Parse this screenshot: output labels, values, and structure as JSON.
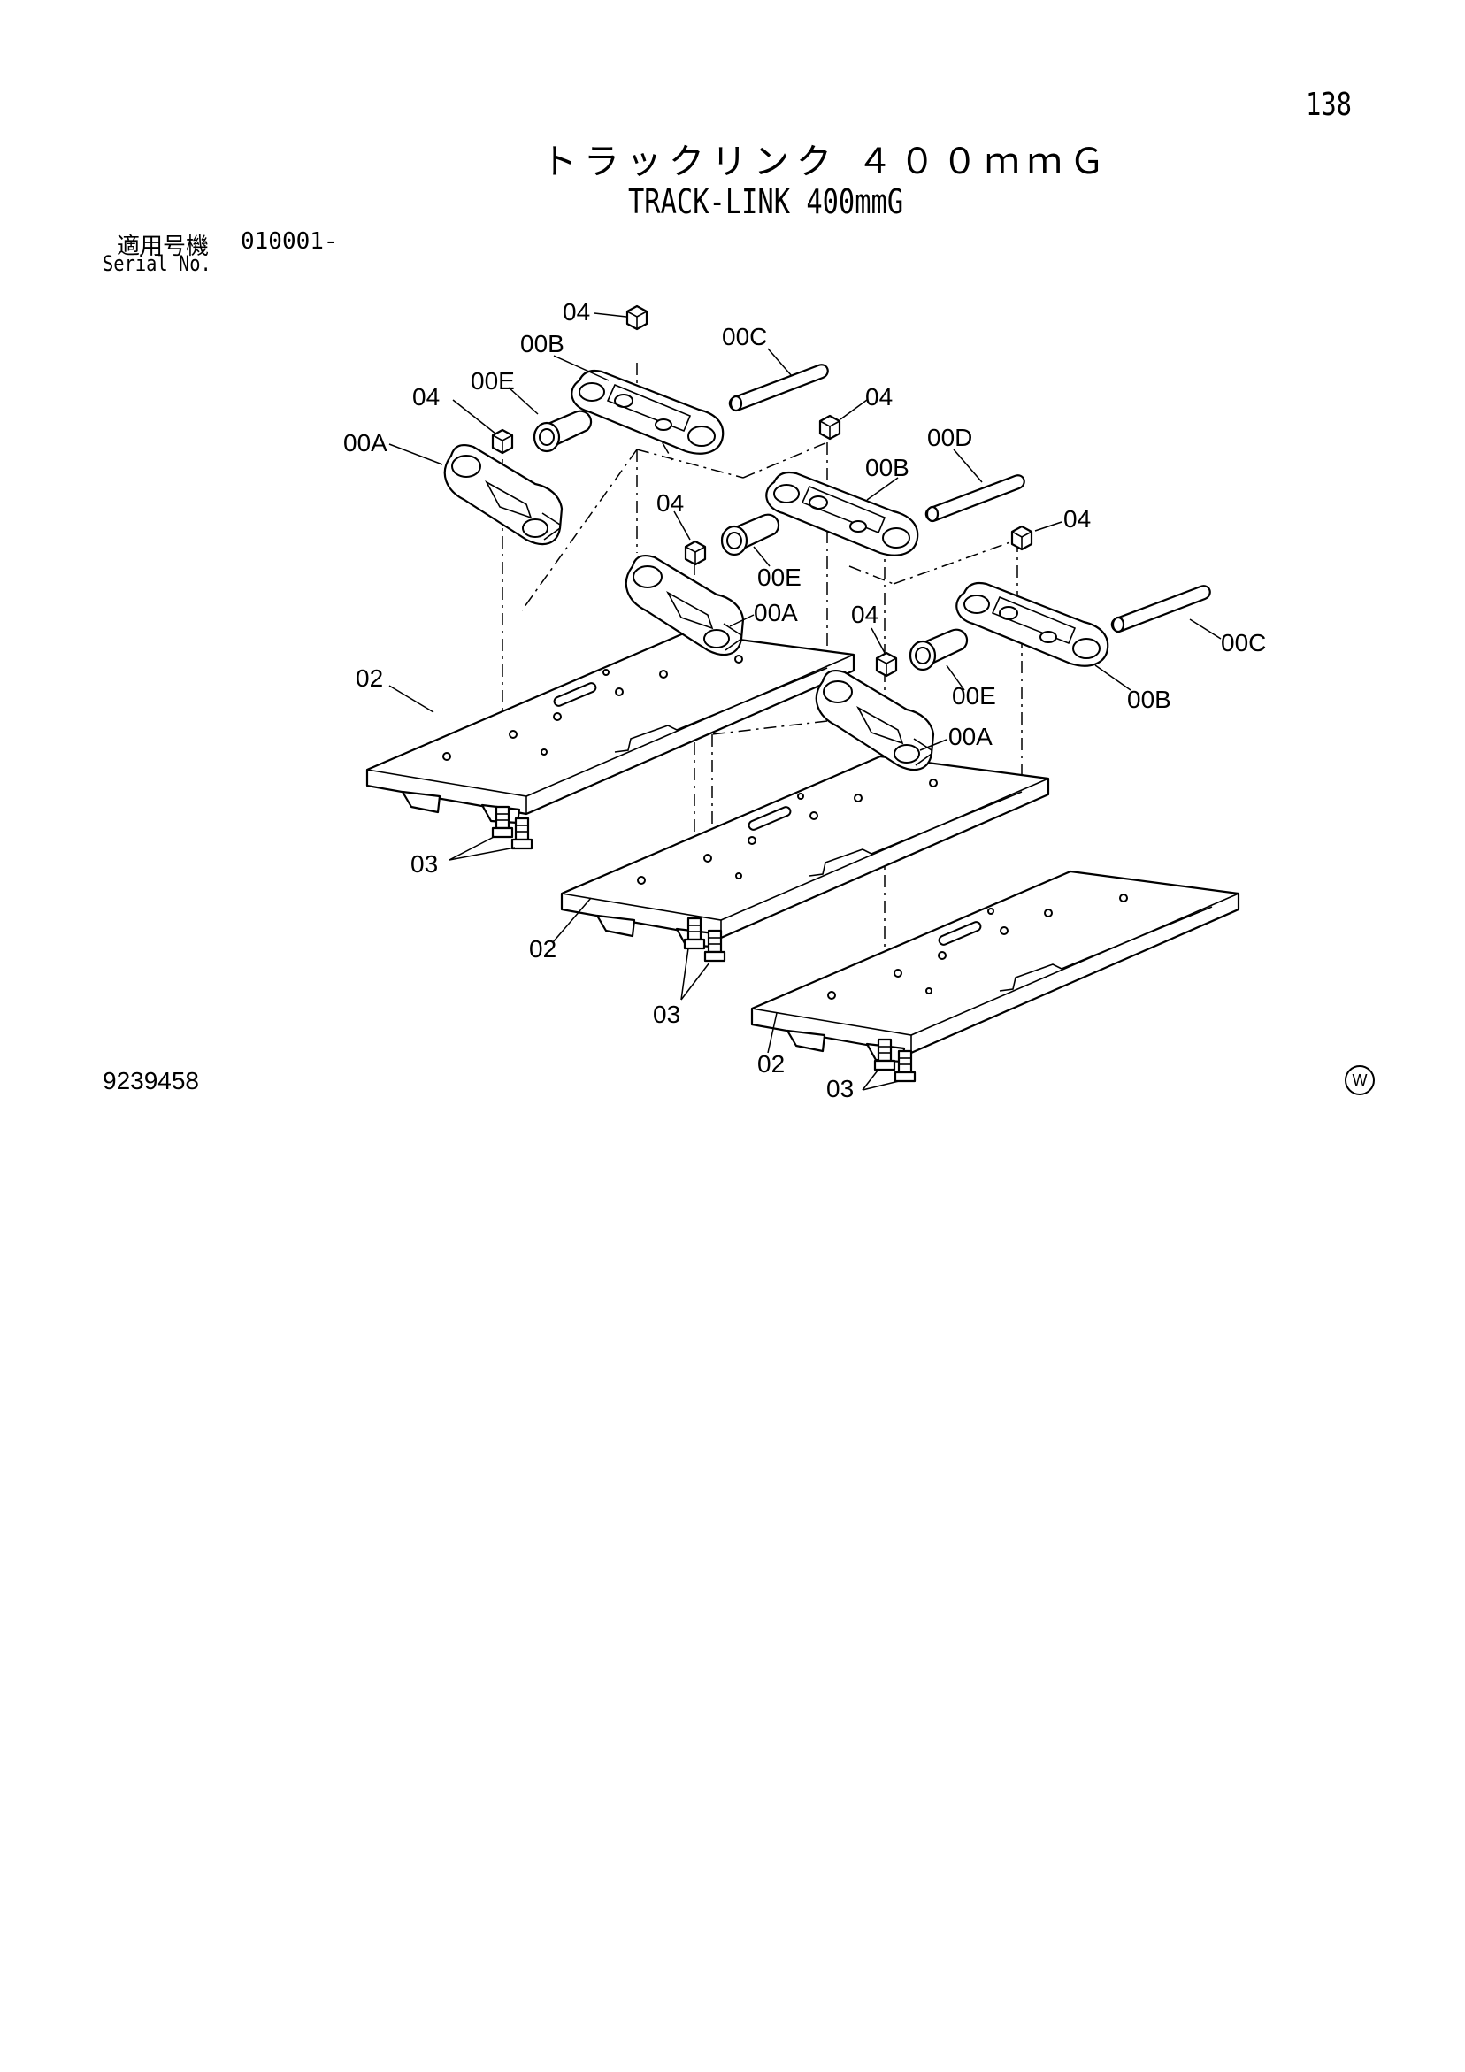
{
  "page": {
    "number": "138",
    "title_ja": "トラックリンク ４００ｍｍＧ",
    "title_en": "TRACK-LINK 400mmG",
    "serial_label_ja": "適用号機",
    "serial_value": "010001-",
    "serial_label_en": "Serial No.",
    "drawing_number": "9239458",
    "watermark_symbol": "W"
  },
  "callouts": {
    "nut_04": "04",
    "link_00A": "00A",
    "link_00B": "00B",
    "pin_00C": "00C",
    "pin_00D": "00D",
    "bushing_00E": "00E",
    "shoe_02": "02",
    "bolt_03": "03"
  }
}
